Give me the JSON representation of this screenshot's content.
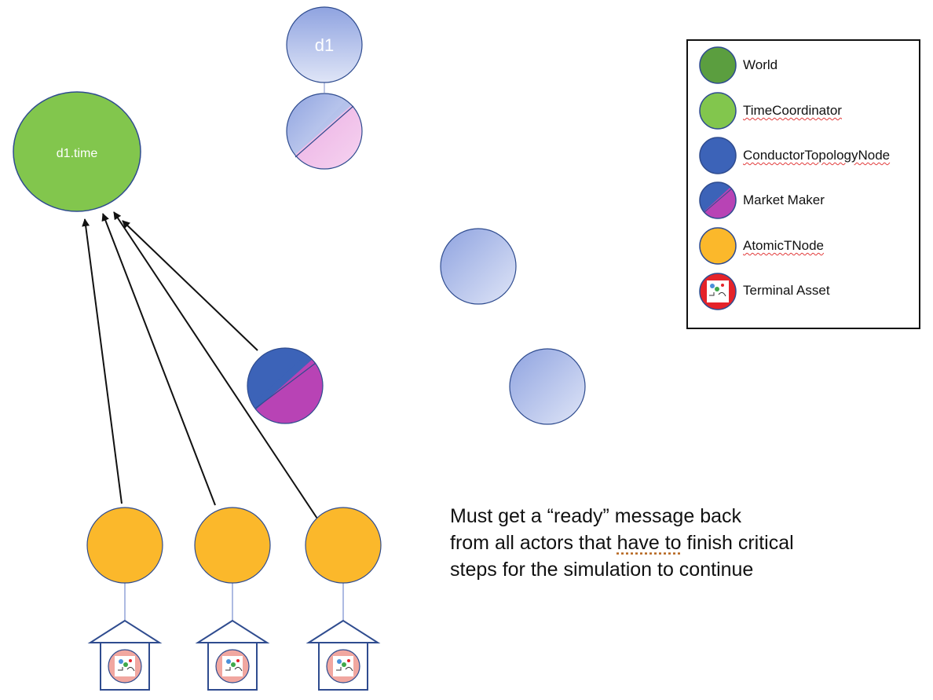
{
  "nodes": {
    "d1_label": "d1",
    "d1_time_label": "d1.time"
  },
  "legend": {
    "items": [
      {
        "label": "World",
        "icon": "world-icon",
        "color": "#5b9e3f"
      },
      {
        "label": "TimeCoordinator",
        "icon": "time-coordinator-icon",
        "color": "#82c64d"
      },
      {
        "label": "ConductorTopologyNode",
        "icon": "conductor-topology-node-icon",
        "color": "#3c63b8"
      },
      {
        "label": "Market Maker",
        "icon": "market-maker-icon",
        "color": "#3c63b8",
        "color2": "#b843b5"
      },
      {
        "label": "AtomicTNode",
        "icon": "atomic-tnode-icon",
        "color": "#fbb82b"
      },
      {
        "label": "Terminal Asset",
        "icon": "terminal-asset-icon",
        "color": "#e5232a"
      }
    ]
  },
  "note": {
    "line1": "Must get a “ready” message back",
    "line2_before": "from all actors that ",
    "line2_underlined": "have to",
    "line2_after": " finish critical",
    "line3": "steps for the simulation to continue"
  }
}
